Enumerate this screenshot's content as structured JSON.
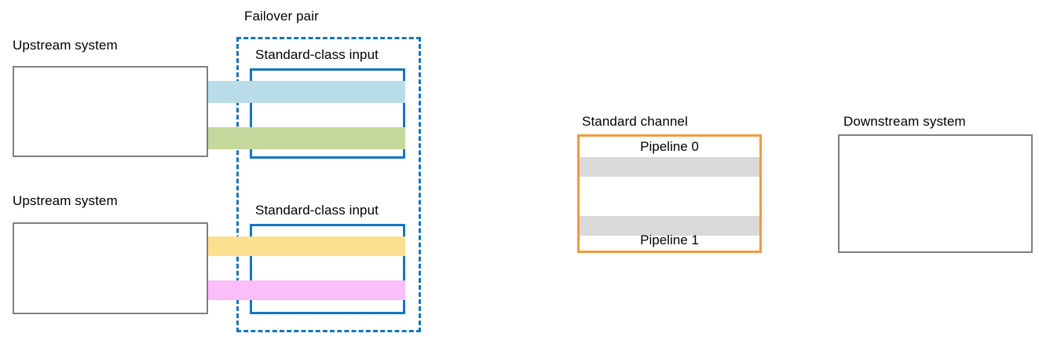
{
  "diagram": {
    "title_text": "Failover pair",
    "groups": [
      {
        "upstream_label": "Upstream system",
        "input_label": "Standard-class input",
        "bands": [
          {
            "name": "stream-band-blue",
            "color": "#b8dde8"
          },
          {
            "name": "stream-band-green",
            "color": "#c5d79b"
          }
        ]
      },
      {
        "upstream_label": "Upstream system",
        "input_label": "Standard-class input",
        "bands": [
          {
            "name": "stream-band-yellow",
            "color": "#fcdf8f"
          },
          {
            "name": "stream-band-pink",
            "color": "#fcbdfb"
          }
        ]
      }
    ],
    "channel": {
      "label": "Standard channel",
      "pipelines": [
        "Pipeline 0",
        "Pipeline 1"
      ],
      "band_color": "#d9d9d9",
      "border_color": "#f2993f"
    },
    "downstream": {
      "label": "Downstream system",
      "border_color": "#808080"
    },
    "colors": {
      "gray_border": "#808080",
      "blue_border": "#1276c4",
      "orange_border": "#f2993f",
      "band_blue": "#b8dde8",
      "band_green": "#c5d79b",
      "band_yellow": "#fcdf8f",
      "band_pink": "#fcbdfb",
      "band_gray": "#d9d9d9"
    }
  }
}
